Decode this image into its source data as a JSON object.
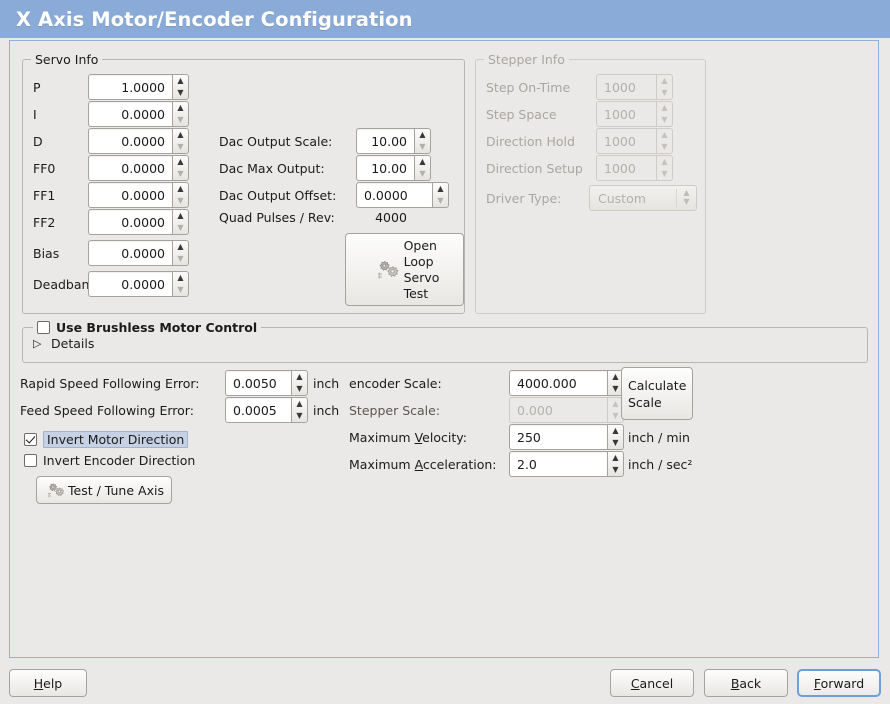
{
  "window": {
    "title": "X Axis Motor/Encoder Configuration",
    "title_bg": "#8aabd8",
    "body_bg": "#ebe9e7",
    "frame_border": "#8fb2dc"
  },
  "servo_group": {
    "legend": "Servo Info",
    "fields": [
      {
        "label": "P",
        "value": "1.0000"
      },
      {
        "label": "I",
        "value": "0.0000"
      },
      {
        "label": "D",
        "value": "0.0000"
      },
      {
        "label": "FF0",
        "value": "0.0000"
      },
      {
        "label": "FF1",
        "value": "0.0000"
      },
      {
        "label": "FF2",
        "value": "0.0000"
      },
      {
        "label": "Bias",
        "value": "0.0000"
      },
      {
        "label": "Deadband",
        "value": "0.0000"
      }
    ],
    "dac": [
      {
        "label": "Dac Output Scale:",
        "value": "10.00"
      },
      {
        "label": "Dac Max Output:",
        "value": "10.00"
      },
      {
        "label": "Dac Output Offset:",
        "value": "0.0000"
      }
    ],
    "quad_pulses_label": "Quad Pulses / Rev:",
    "quad_pulses_value": "4000",
    "open_loop_button": {
      "line1": "Open",
      "line2": "Loop",
      "line3": "Servo",
      "line4": "Test",
      "icon": "gears-icon"
    }
  },
  "stepper_group": {
    "legend": "Stepper Info",
    "disabled": true,
    "fields": [
      {
        "label": "Step On-Time",
        "value": "1000"
      },
      {
        "label": "Step Space",
        "value": "1000"
      },
      {
        "label": "Direction Hold",
        "value": "1000"
      },
      {
        "label": "Direction Setup",
        "value": "1000"
      }
    ],
    "driver_type_label": "Driver Type:",
    "driver_type_value": "Custom"
  },
  "brushless": {
    "checkbox_label": "Use Brushless Motor Control",
    "checked": false,
    "details_label": "Details",
    "details_expanded": false,
    "disclosure_icon": "triangle-right-icon"
  },
  "following_error": {
    "rapid_label": "Rapid Speed Following Error:",
    "rapid_value": "0.0050",
    "rapid_unit": "inch",
    "feed_label": "Feed Speed Following Error:",
    "feed_value": "0.0005",
    "feed_unit": "inch"
  },
  "invert": {
    "motor_label": "Invert Motor Direction",
    "motor_checked": true,
    "motor_focused": true,
    "encoder_label": "Invert Encoder Direction",
    "encoder_checked": false
  },
  "test_tune_button": {
    "label": "Test / Tune Axis",
    "icon": "gears-icon"
  },
  "scale_panel": {
    "encoder_scale_label": "encoder Scale:",
    "encoder_scale_value": "4000.000",
    "stepper_scale_label": "Stepper Scale:",
    "stepper_scale_value": "0.000",
    "stepper_scale_disabled": true,
    "calculate_button_line1": "Calculate",
    "calculate_button_line2": "Scale",
    "max_velocity_label_pre": "Maximum ",
    "max_velocity_label_mnemonic": "V",
    "max_velocity_label_post": "elocity:",
    "max_velocity_value": "250",
    "max_velocity_unit": "inch / min",
    "max_accel_label_pre": "Maximum ",
    "max_accel_label_mnemonic": "A",
    "max_accel_label_post": "cceleration:",
    "max_accel_value": "2.0",
    "max_accel_unit": "inch / sec²"
  },
  "footer": {
    "help": {
      "pre": "",
      "mnemonic": "H",
      "post": "elp"
    },
    "cancel": {
      "pre": "",
      "mnemonic": "C",
      "post": "ancel"
    },
    "back": {
      "pre": "",
      "mnemonic": "B",
      "post": "ack"
    },
    "forward": {
      "pre": "",
      "mnemonic": "F",
      "post": "orward",
      "focused": true
    }
  }
}
